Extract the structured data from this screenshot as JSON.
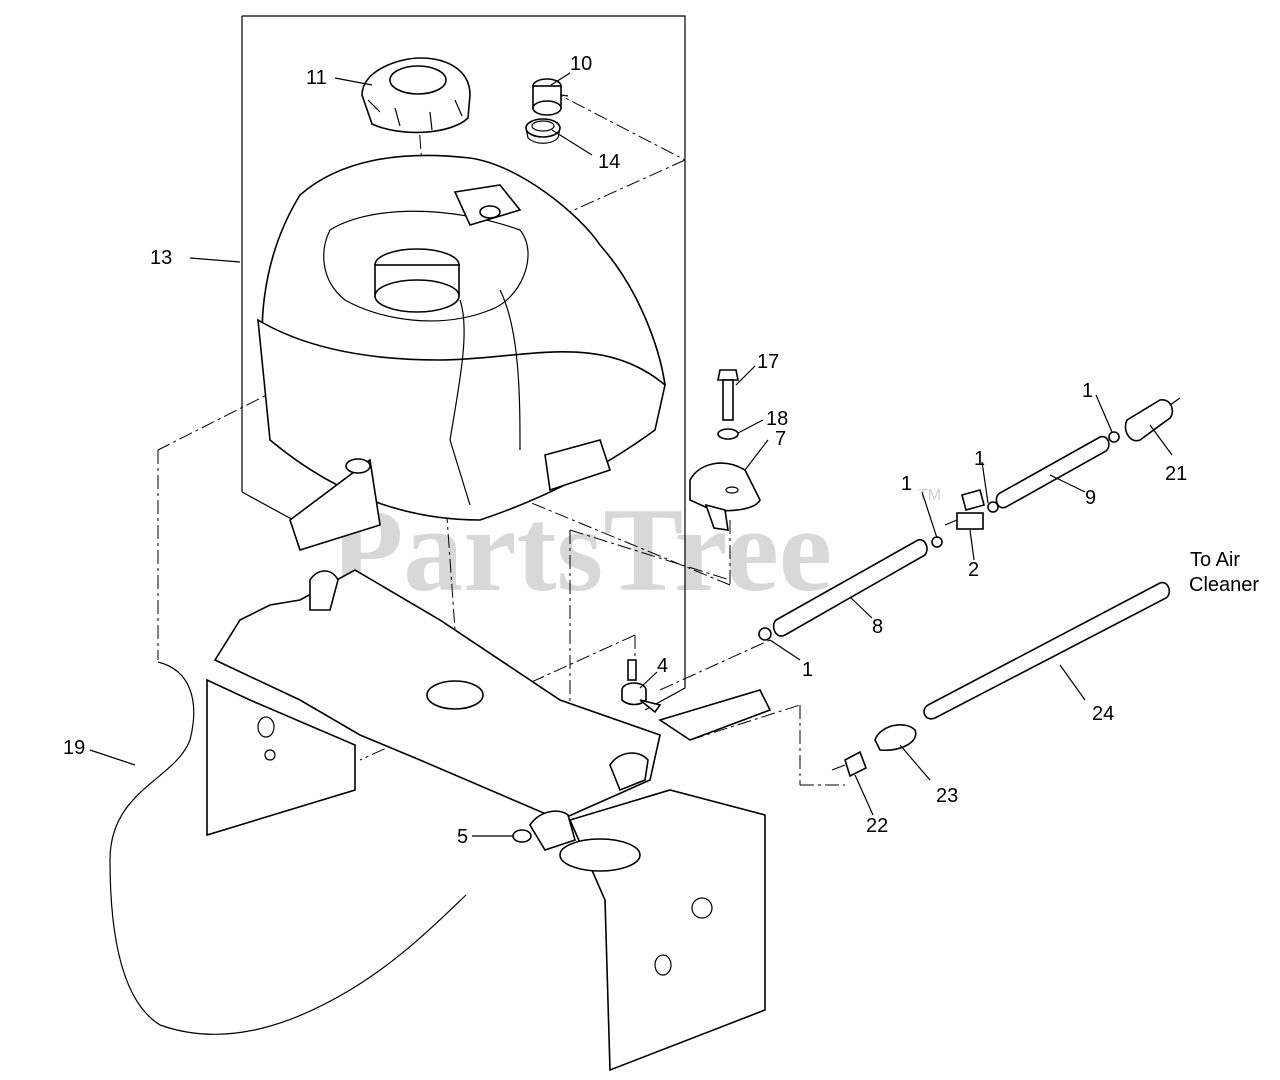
{
  "watermark": {
    "text": "PartsTree",
    "tm": "TM"
  },
  "note": {
    "line1": "To Air",
    "line2": "Cleaner"
  },
  "callouts": [
    {
      "id": "c11",
      "label": "11"
    },
    {
      "id": "c10",
      "label": "10"
    },
    {
      "id": "c14",
      "label": "14"
    },
    {
      "id": "c13",
      "label": "13"
    },
    {
      "id": "c17",
      "label": "17"
    },
    {
      "id": "c18",
      "label": "18"
    },
    {
      "id": "c7",
      "label": "7"
    },
    {
      "id": "c1a",
      "label": "1"
    },
    {
      "id": "c1b",
      "label": "1"
    },
    {
      "id": "c1c",
      "label": "1"
    },
    {
      "id": "c1d",
      "label": "1"
    },
    {
      "id": "c21",
      "label": "21"
    },
    {
      "id": "c9",
      "label": "9"
    },
    {
      "id": "c2",
      "label": "2"
    },
    {
      "id": "c8",
      "label": "8"
    },
    {
      "id": "c4",
      "label": "4"
    },
    {
      "id": "c24",
      "label": "24"
    },
    {
      "id": "c19",
      "label": "19"
    },
    {
      "id": "c5",
      "label": "5"
    },
    {
      "id": "c23",
      "label": "23"
    },
    {
      "id": "c22",
      "label": "22"
    }
  ]
}
